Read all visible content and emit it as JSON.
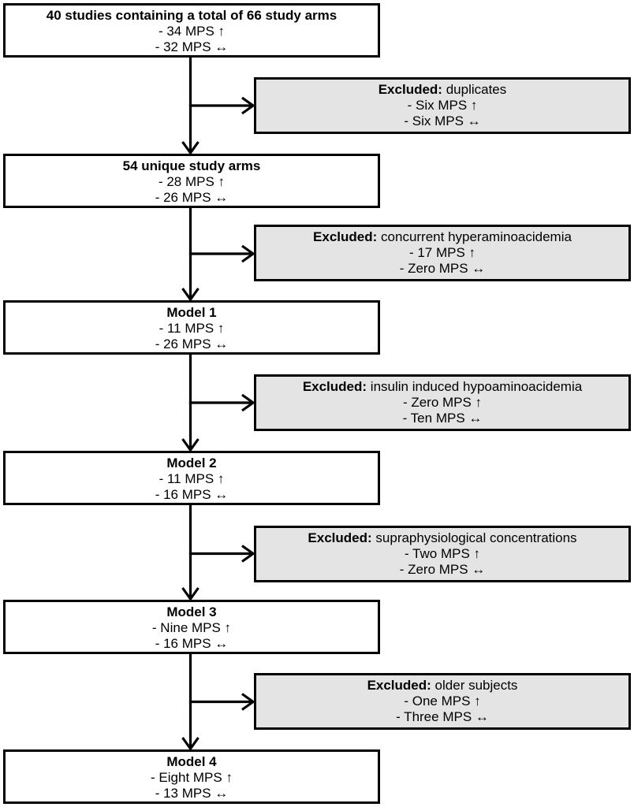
{
  "flow": {
    "main_boxes": [
      {
        "title": "40 studies containing a total of 66 study arms",
        "line1": "- 34 MPS ↑",
        "line2": "- 32 MPS ↔"
      },
      {
        "title": "54 unique study arms",
        "line1": "- 28 MPS ↑",
        "line2": "- 26 MPS ↔"
      },
      {
        "title": "Model 1",
        "line1": "- 11 MPS ↑",
        "line2": "- 26 MPS ↔"
      },
      {
        "title": "Model 2",
        "line1": "- 11 MPS ↑",
        "line2": "- 16 MPS ↔"
      },
      {
        "title": "Model 3",
        "line1": "- Nine MPS ↑",
        "line2": "- 16 MPS ↔"
      },
      {
        "title": "Model 4",
        "line1": "- Eight MPS ↑",
        "line2": "- 13 MPS ↔"
      }
    ],
    "excluded_boxes": [
      {
        "label": "Excluded:",
        "reason": "duplicates",
        "line1": "- Six MPS ↑",
        "line2": "- Six MPS ↔"
      },
      {
        "label": "Excluded:",
        "reason": "concurrent hyperaminoacidemia",
        "line1": "- 17 MPS ↑",
        "line2": "- Zero MPS ↔"
      },
      {
        "label": "Excluded:",
        "reason": "insulin induced hypoaminoacidemia",
        "line1": "- Zero MPS ↑",
        "line2": "- Ten MPS ↔"
      },
      {
        "label": "Excluded:",
        "reason": "supraphysiological concentrations",
        "line1": "- Two MPS ↑",
        "line2": "- Zero MPS ↔"
      },
      {
        "label": "Excluded:",
        "reason": "older subjects",
        "line1": "- One MPS ↑",
        "line2": "- Three MPS ↔"
      }
    ],
    "colors": {
      "excluded_bg": "#e4e4e4",
      "border": "#000000",
      "text": "#000000"
    }
  }
}
